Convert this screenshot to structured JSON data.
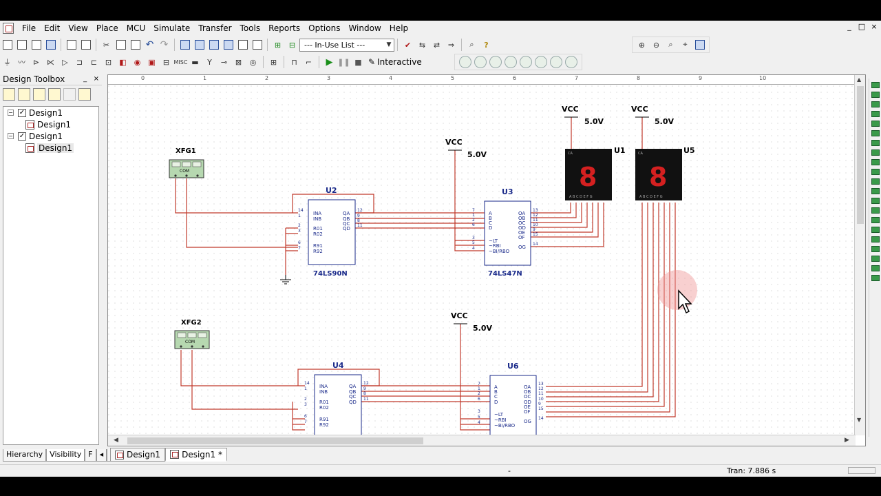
{
  "menu": {
    "items": [
      "File",
      "Edit",
      "View",
      "Place",
      "MCU",
      "Simulate",
      "Transfer",
      "Tools",
      "Reports",
      "Options",
      "Window",
      "Help"
    ],
    "window_controls": [
      "_",
      "□",
      "×"
    ]
  },
  "toolbar": {
    "in_use_list": "--- In-Use List ---",
    "interactive_label": "Interactive"
  },
  "toolbox": {
    "title": "Design Toolbox",
    "title_controls": [
      "_",
      "×"
    ],
    "tree": [
      {
        "label": "Design1",
        "level": 0
      },
      {
        "label": "Design1",
        "level": 1
      },
      {
        "label": "Design1",
        "level": 0
      },
      {
        "label": "Design1",
        "level": 1
      }
    ],
    "tabs": [
      "Hierarchy",
      "Visibility",
      "F"
    ]
  },
  "ruler": [
    "0",
    "1",
    "2",
    "3",
    "4",
    "5",
    "6",
    "7",
    "8",
    "9",
    "10"
  ],
  "schematic": {
    "generators": [
      {
        "name": "XFG1",
        "com": "COM"
      },
      {
        "name": "XFG2",
        "com": "COM"
      }
    ],
    "counters": [
      {
        "ref": "U2",
        "part": "74LS90N",
        "pins_left": [
          "INA",
          "INB",
          "R01",
          "R02",
          "R91",
          "R92"
        ],
        "pins_right": [
          "QA",
          "QB",
          "QC",
          "QD"
        ],
        "pin_nums_left": [
          "14",
          "1",
          "2",
          "3",
          "6",
          "7"
        ],
        "pin_nums_right": [
          "12",
          "9",
          "8",
          "11"
        ]
      },
      {
        "ref": "U4",
        "part": "",
        "pins_left": [
          "INA",
          "INB",
          "R01",
          "R02",
          "R91",
          "R92"
        ],
        "pins_right": [
          "QA",
          "QB",
          "QC",
          "QD"
        ],
        "pin_nums_left": [
          "14",
          "1",
          "2",
          "3",
          "6",
          "7"
        ],
        "pin_nums_right": [
          "12",
          "9",
          "8",
          "11"
        ]
      }
    ],
    "decoders": [
      {
        "ref": "U3",
        "part": "74LS47N",
        "pins_left": [
          "A",
          "B",
          "C",
          "D",
          "~LT",
          "~RBI",
          "~BI/RBO"
        ],
        "pins_right": [
          "OA",
          "OB",
          "OC",
          "OD",
          "OE",
          "OF",
          "OG"
        ],
        "pin_nums_left": [
          "7",
          "1",
          "2",
          "6",
          "3",
          "5",
          "4"
        ],
        "pin_nums_right": [
          "13",
          "12",
          "11",
          "10",
          "9",
          "15",
          "14"
        ]
      },
      {
        "ref": "U6",
        "part": "",
        "pins_left": [
          "A",
          "B",
          "C",
          "D",
          "~LT",
          "~RBI",
          "~BI/RBO"
        ],
        "pins_right": [
          "OA",
          "OB",
          "OC",
          "OD",
          "OE",
          "OF",
          "OG"
        ],
        "pin_nums_left": [
          "7",
          "1",
          "2",
          "6",
          "3",
          "5",
          "4"
        ],
        "pin_nums_right": [
          "13",
          "12",
          "11",
          "10",
          "9",
          "15",
          "14"
        ]
      }
    ],
    "displays": [
      {
        "ref": "U1",
        "top": "CA",
        "bottom": "A B C D E F G",
        "digit": "8"
      },
      {
        "ref": "U5",
        "top": "CA",
        "bottom": "A B C D E F G",
        "digit": "8"
      }
    ],
    "vcc_label": "VCC",
    "vcc_value": "5.0V"
  },
  "doc_tabs": [
    {
      "label": "Design1",
      "active": false
    },
    {
      "label": "Design1 *",
      "active": true
    }
  ],
  "status": {
    "middle": "-",
    "tran": "Tran: 7.886 s"
  },
  "colors": {
    "wire": "#c0392b",
    "component": "#1a2a8a",
    "generator_fill": "#b6d8b0",
    "display_bg": "#111111",
    "segment": "#d42020"
  }
}
